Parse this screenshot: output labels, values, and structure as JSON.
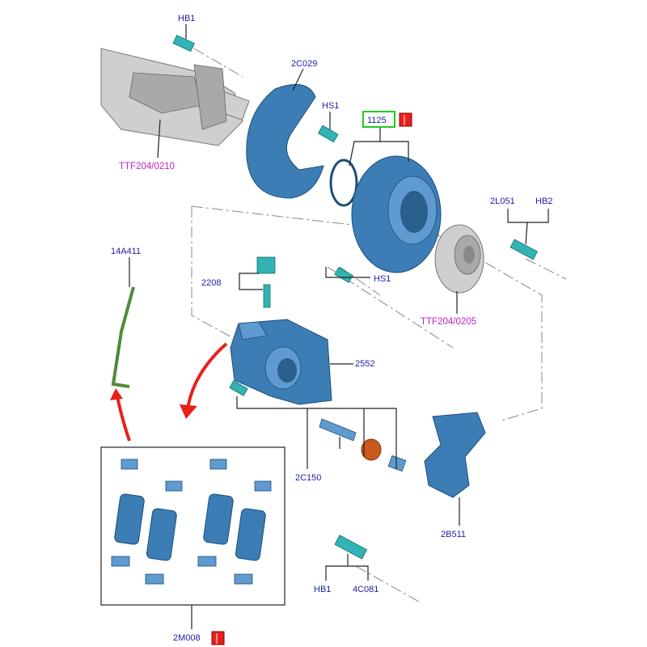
{
  "diagram": {
    "labels": {
      "hb1_top": "HB1",
      "backing_plate": "2C029",
      "hs1_top": "HS1",
      "disc": "1125",
      "axle_ref": "TTF204/0210",
      "hub_bolt": "2L051",
      "hb2": "HB2",
      "wear_sensor": "14A411",
      "bleed_screw": "2208",
      "hs1_bottom": "HS1",
      "hub_ref": "TTF204/0205",
      "caliper": "2552",
      "guide_pin_kit": "2C150",
      "caliper_bracket": "2B511",
      "hb1_bottom": "HB1",
      "bracket_bolt": "4C081",
      "pad_kit": "2M008"
    },
    "colors": {
      "label": "#1c1ca8",
      "reference": "#c21ec2",
      "highlight_box": "#22cc22",
      "part_blue": "#3c7db6",
      "fastener_teal": "#33b3b3",
      "arrow_red": "#e8201c"
    },
    "icons": [
      "book-icon",
      "book-icon"
    ]
  }
}
